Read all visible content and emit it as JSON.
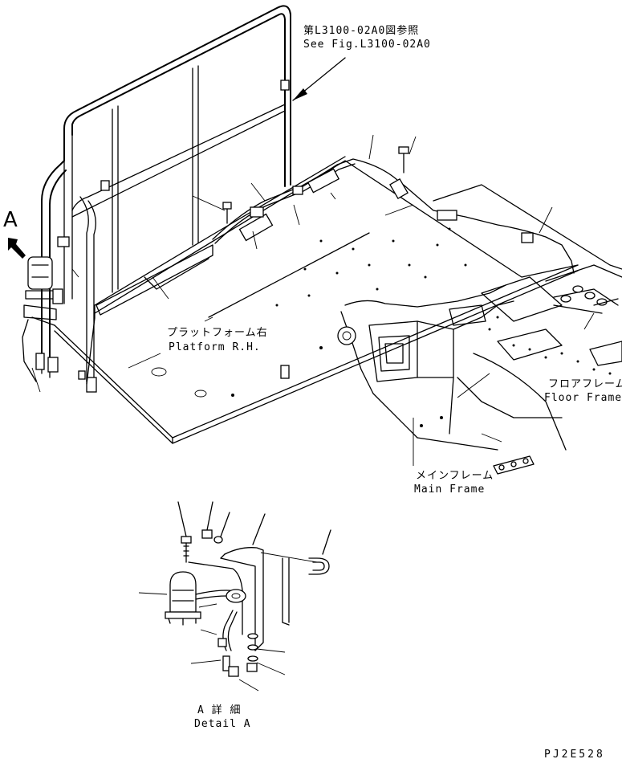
{
  "callouts": {
    "see_fig_jp": "第L3100-02A0図参照",
    "see_fig_en": "See Fig.L3100-02A0",
    "view_letter": "A",
    "platform_jp": "プラットフォーム右",
    "platform_en": "Platform R.H.",
    "floor_frame_jp": "フロアフレーム",
    "floor_frame_en": "Floor Frame",
    "main_frame_jp": "メインフレーム",
    "main_frame_en": "Main Frame",
    "detail_jp": "A 詳 細",
    "detail_en": "Detail A"
  },
  "drawing_code": "PJ2E528"
}
